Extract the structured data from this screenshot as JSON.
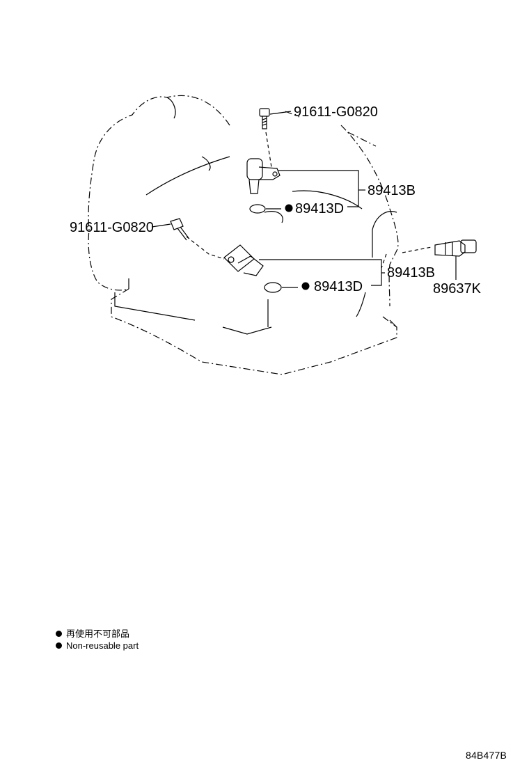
{
  "callouts": {
    "bolt_top": "91611-G0820",
    "bolt_left": "91611-G0820",
    "sensor_upper": "89413B",
    "oring_upper": "89413D",
    "sensor_lower": "89413B",
    "oring_lower": "89413D",
    "switch_right": "89637K"
  },
  "legend": {
    "jp": "再使用不可部品",
    "en": "Non-reusable part"
  },
  "illustration_code": "84B477B"
}
